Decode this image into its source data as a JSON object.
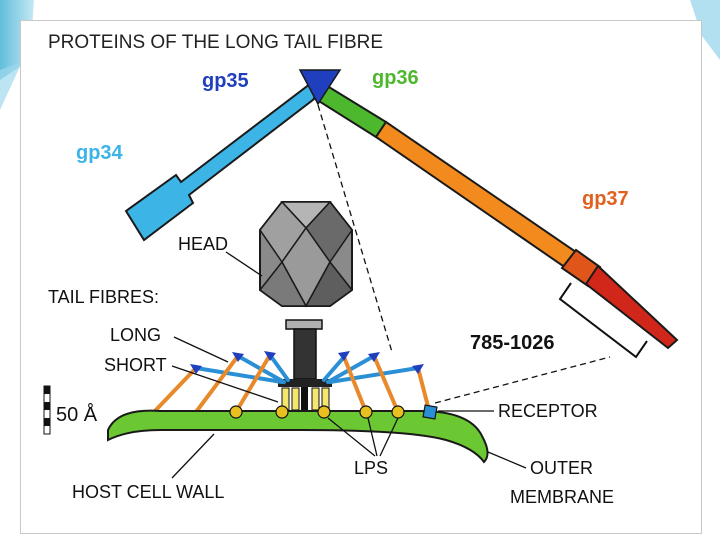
{
  "title": "PROTEINS OF THE LONG TAIL FIBRE",
  "proteins": {
    "gp34": {
      "label": "gp34",
      "color": "#3cb4e6"
    },
    "gp35": {
      "label": "gp35",
      "color": "#1f3fbf"
    },
    "gp36": {
      "label": "gp36",
      "color": "#4db82d"
    },
    "gp37": {
      "label": "gp37",
      "color": "#e2601f"
    }
  },
  "labels": {
    "head": "HEAD",
    "tail_fibres": "TAIL FIBRES:",
    "long": "LONG",
    "short": "SHORT",
    "range": "785-1026",
    "scale": "50 Å",
    "receptor": "RECEPTOR",
    "lps": "LPS",
    "outer_membrane_1": "OUTER",
    "outer_membrane_2": "MEMBRANE",
    "host_cell_wall": "HOST CELL WALL"
  },
  "colors": {
    "fibre_orange": "#f28a1e",
    "fibre_dark_orange": "#e0561a",
    "fibre_red": "#d1261a",
    "cell_wall_green": "#6cc832",
    "short_fibre_yellow": "#f5e66e",
    "lps_dot": "#e8c020",
    "receptor_blue": "#2b8fd6",
    "head_gray": "#8a8a8a"
  }
}
